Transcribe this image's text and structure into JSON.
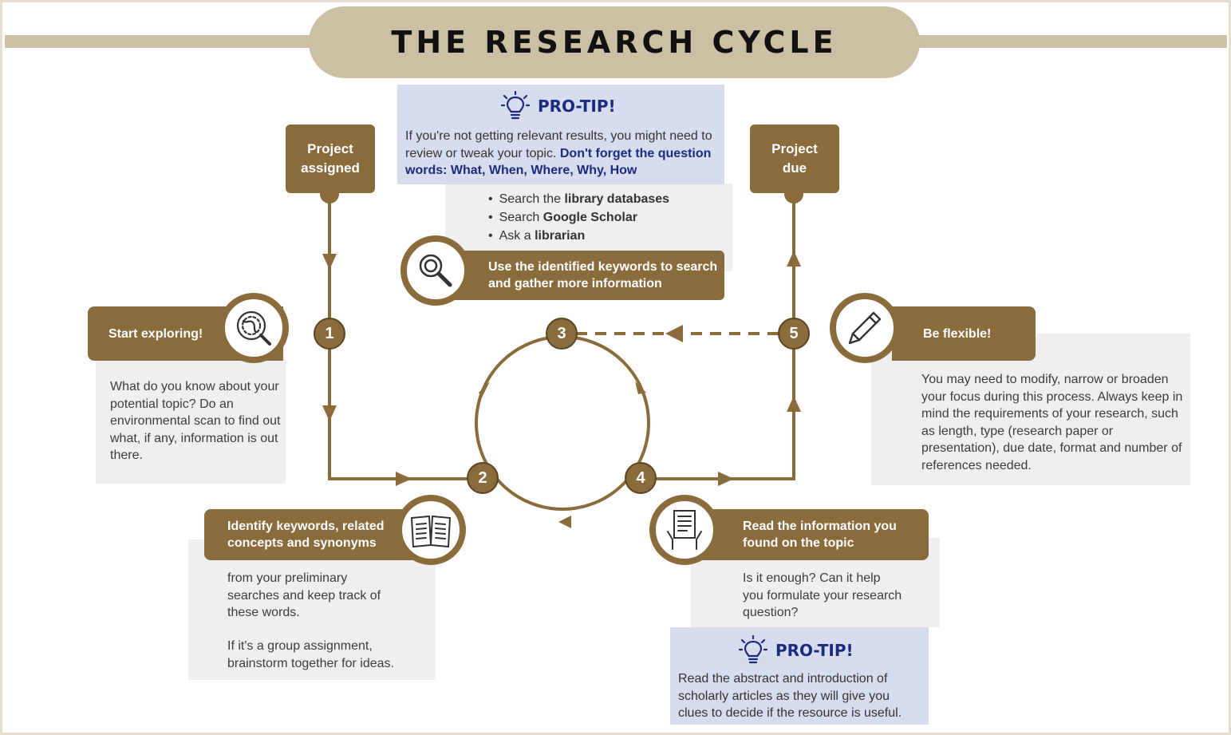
{
  "title": "THE RESEARCH CYCLE",
  "colors": {
    "brown": "#8a6c3c",
    "tan": "#cbbfa4",
    "tip_blue_bg": "#d7ddee",
    "tip_blue_text": "#1d2b7e",
    "grey_panel": "#efefef"
  },
  "pro_tip_top": {
    "label": "PRO-TIP!",
    "icon": "lightbulb-icon",
    "text_plain": "If you're not getting relevant results, you might need to review or tweak your topic.",
    "text_emphasis": "Don't forget the question words: What, When, Where, Why, How"
  },
  "pro_tip_bottom": {
    "label": "PRO-TIP!",
    "icon": "lightbulb-icon",
    "text": "Read the abstract and introduction of scholarly articles as they will give you clues to decide if the resource is useful."
  },
  "project_assigned": "Project assigned",
  "project_due": "Project due",
  "steps": {
    "s1": {
      "number": "1",
      "heading": "Start exploring!",
      "icon": "globe-search-icon",
      "body": "What do you know about your potential topic? Do an environmental scan to find out what, if any, information is out there."
    },
    "s2": {
      "number": "2",
      "heading": "Identify keywords, related concepts and synonyms",
      "icon": "notebook-icon",
      "body1": "from your preliminary searches and keep track of these words.",
      "body2": "If it's a group assignment, brainstorm together for ideas."
    },
    "s3": {
      "number": "3",
      "heading": "Use the identified keywords to search and gather more information",
      "icon": "magnifier-icon",
      "list": [
        {
          "pre": "Search the ",
          "bold": "library databases"
        },
        {
          "pre": "Search ",
          "bold": "Google Scholar"
        },
        {
          "pre": "Ask a ",
          "bold": "librarian"
        }
      ]
    },
    "s4": {
      "number": "4",
      "heading": "Read the information you found on the topic",
      "icon": "document-reading-icon",
      "body": "Is it enough? Can it help you formulate your research question?"
    },
    "s5": {
      "number": "5",
      "heading": "Be flexible!",
      "icon": "pencil-icon",
      "body": "You may need to modify, narrow or broaden your focus during this process. Always keep in mind the requirements of your research, such as length, type (research paper or presentation), due date, format  and number of references needed."
    }
  }
}
